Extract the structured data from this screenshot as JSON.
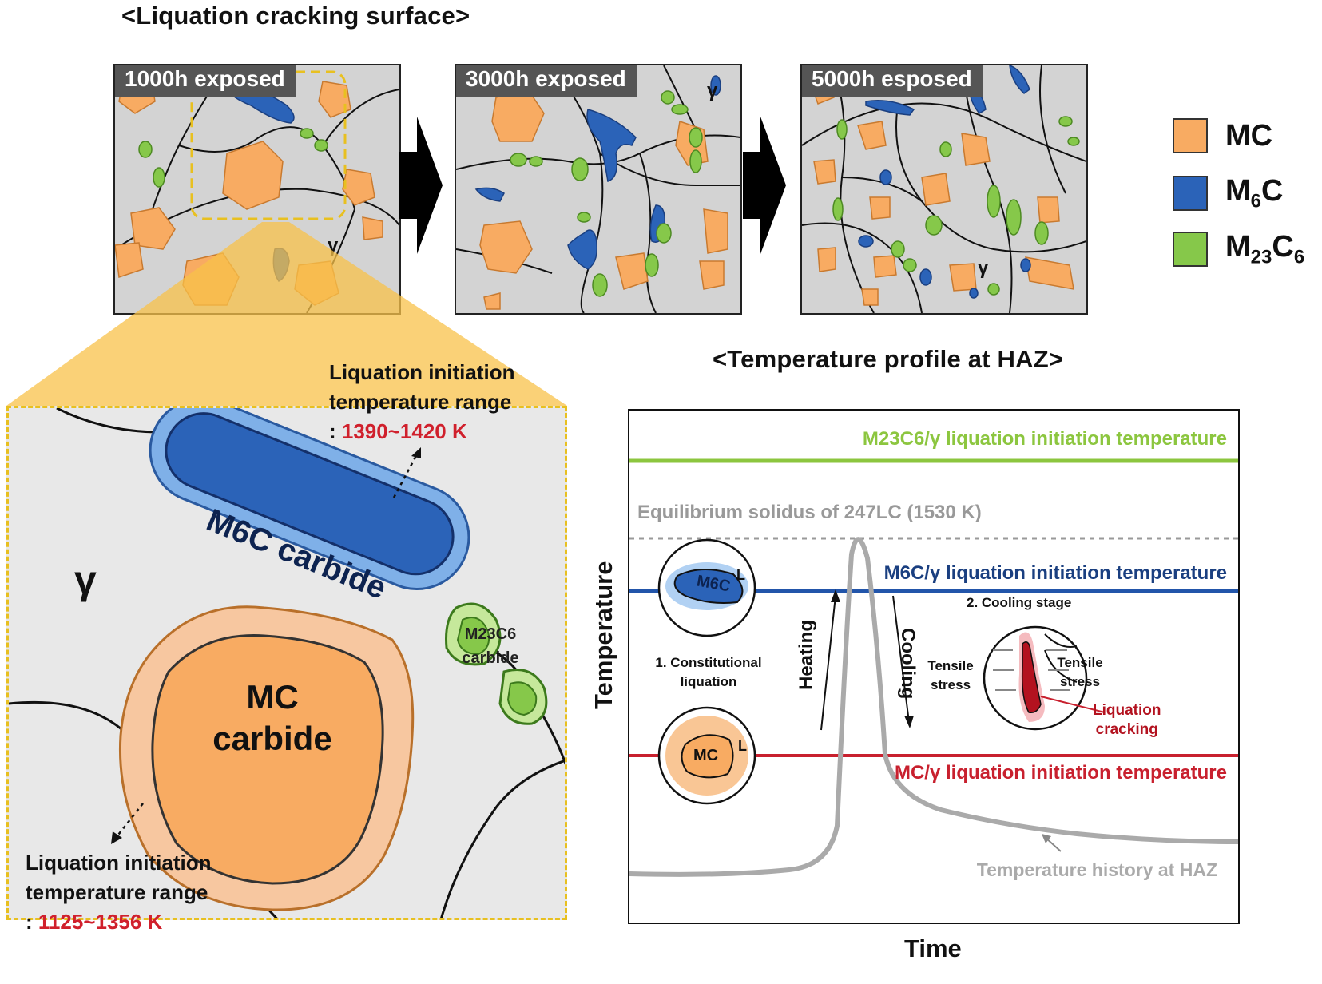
{
  "top_title": "<Liquation cracking surface>",
  "panels": [
    {
      "label": "1000h exposed",
      "gamma": "γ"
    },
    {
      "label": "3000h exposed",
      "gamma": "γ"
    },
    {
      "label": "5000h esposed",
      "gamma": "γ"
    }
  ],
  "legend": [
    {
      "label": "MC",
      "color": "#f8ab62"
    },
    {
      "label": "M",
      "sub1": "6",
      "label2": "C",
      "sub2": "",
      "color": "#2b63b8"
    },
    {
      "label": "M",
      "sub1": "23",
      "label2": "C",
      "sub2": "6",
      "color": "#86c84a"
    }
  ],
  "zoom": {
    "gamma": "γ",
    "m6c_label": "M6C carbide",
    "mc_label_line1": "MC",
    "mc_label_line2": "carbide",
    "m23c6_label_line1": "M23C6",
    "m23c6_label_line2": "carbide",
    "m6c_range_line1": "Liquation initiation",
    "m6c_range_line2": "temperature range",
    "m6c_range_prefix": ": ",
    "m6c_range_value": "1390~1420 K",
    "mc_range_line1": "Liquation initiation",
    "mc_range_line2": "temperature range",
    "mc_range_prefix": ": ",
    "mc_range_value": "1125~1356 K"
  },
  "chart": {
    "title": "<Temperature profile at HAZ>",
    "ylabel": "Temperature",
    "xlabel": "Time",
    "lines": {
      "m23c6": {
        "label": "M23C6/γ liquation initiation temperature",
        "color": "#8cc63f"
      },
      "solidus": {
        "label": "Equilibrium solidus of 247LC (1530 K)",
        "color": "#999999"
      },
      "m6c": {
        "label": "M6C/γ liquation initiation temperature",
        "color": "#2255aa"
      },
      "mc": {
        "label": "MC/γ liquation initiation temperature",
        "color": "#c8202e"
      }
    },
    "curve_label": "Temperature history at HAZ",
    "heating": "Heating",
    "cooling": "Cooling",
    "stage1_line1": "1. Constitutional",
    "stage1_line2": "liquation",
    "stage2": "2. Cooling stage",
    "tensile_left_1": "Tensile",
    "tensile_left_2": "stress",
    "tensile_right_1": "Tensile",
    "tensile_right_2": "stress",
    "crack_line1": "Liquation",
    "crack_line2": "cracking",
    "circle_m6c": "M6C",
    "circle_mc": "MC",
    "circle_L": "L"
  }
}
